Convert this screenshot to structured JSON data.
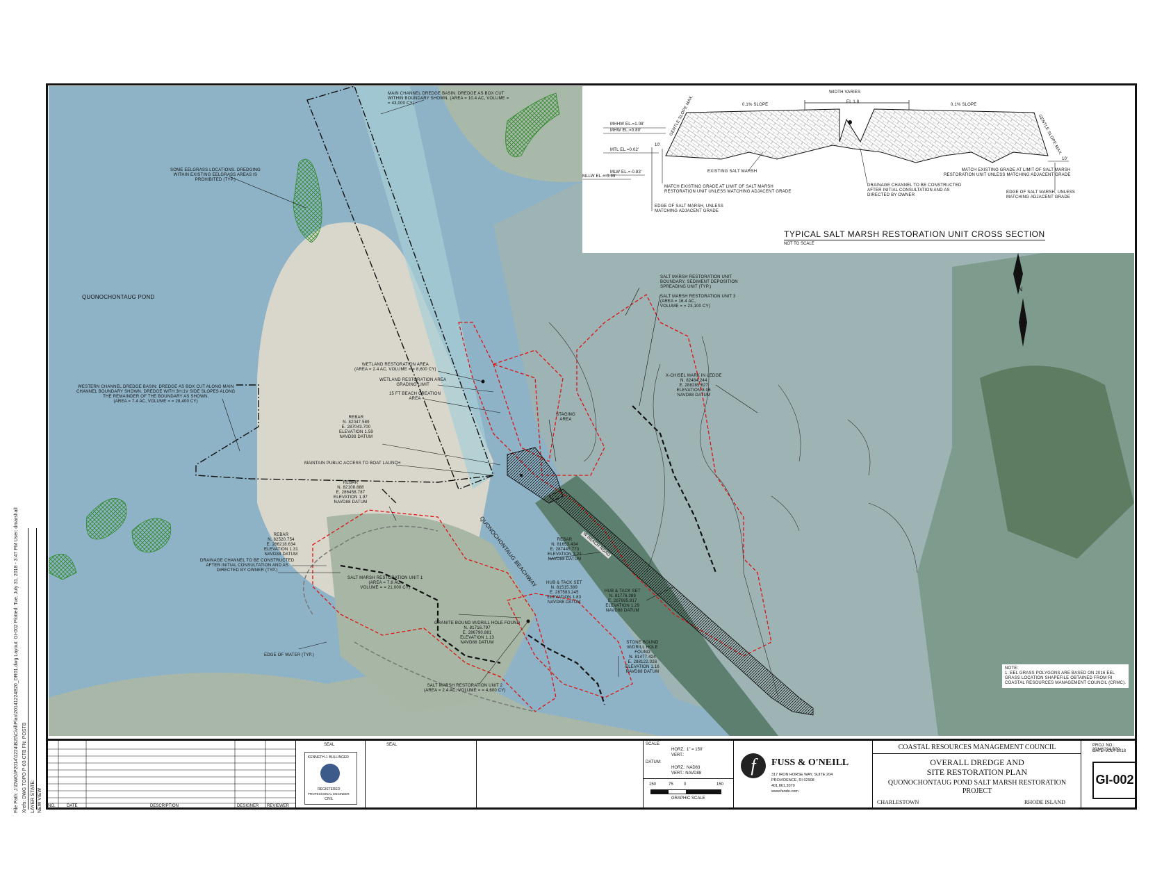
{
  "side_text": {
    "file_path": "File Path: J:\\DWG\\P2014\\1224\\B20\\Civil\\Plan\\20141224B20_DR01.dwg Layout: GI-002 Plotted: Tue, July 31, 2018 - 3:47 PM User: dmarshall",
    "xrefs": "Xrefs: DWG TOPO P-03  CTB FN: POSTB",
    "layer_state": "LAYER STATE:",
    "mxd": "NEW VIEW"
  },
  "map": {
    "pond_label": "QUONOCHONTAUG POND",
    "beachway_label": "QUONOCHONTAUG BEACHWAY",
    "road_label": "W BEACH ROAD",
    "labels": {
      "main_channel": "MAIN CHANNEL DREDGE BASIN: DREDGE AS BOX CUT\nWITHIN BOUNDARY SHOWN. (AREA = 10.4 AC, VOLUME =\n= 43,000 CY)",
      "eelgrass": "SOME EELGRASS LOCATIONS. DREDGING\nWITHIN EXISTING EELGRASS AREAS IS\nPROHIBITED (TYP.)",
      "western_channel": "WESTERN CHANNEL DREDGE BASIN: DREDGE AS BOX CUT ALONG MAIN\nCHANNEL BOUNDARY SHOWN. DREDGE WITH 3H:1V SIDE SLOPES ALONG\nTHE REMAINDER OF THE BOUNDARY AS SHOWN.\n(AREA = 7.4 AC, VOLUME = = 28,400 CY)",
      "wetland_area": "WETLAND RESTORATION AREA\n(AREA = 2.4 AC, VOLUME = = 8,600 CY)",
      "wetland_grading": "WETLAND RESTORATION AREA\nGRADING LIMIT",
      "beach_creation": "15 FT BEACH CREATION\nAREA",
      "rebar1": "REBAR\nN. 82047.589\nE. 287043.700\nELEVATION 1.59\nNAVD88 DATUM",
      "staging": "STAGING\nAREA",
      "public_access": "MAINTAIN PUBLIC ACCESS TO BOAT LAUNCH",
      "rebar2": "REBAR\nN. 82108.888\nE. 286458.787\nELEVATION 1.97\nNAVD88 DATUM",
      "rebar3": "REBAR\nN. 82520.754\nE. 286218.634\nELEVATION 1.31\nNAVD88 DATUM",
      "drainage": "DRAINAGE CHANNEL TO BE CONSTRUCTED\nAFTER INITIAL CONSULTATION AND AS\nDIRECTED BY OWNER (TYP.)",
      "unit1": "SALT MARSH RESTORATION UNIT 1\n(AREA = 7.6 AC,\nVOLUME = = 21,000 CY)",
      "rebar4": "REBAR\nN. 81653.434\nE. 287445.773\nELEVATION 3.21\nNAVD88 DATUM",
      "hub_tack1": "HUB & TACK SET\nN. 81515.389\nE. 287583.245\nELEVATION 1.83\nNAVD88 DATUM",
      "hub_tack2": "HUB & TACK SET\nN. 81776.389\nE. 287695.917\nELEVATION 1.29\nNAVD88 DATUM",
      "granite": "GRANITE BOUND W/DRILL HOLE FOUND\nN. 81716.797\nE. 286790.881\nELEVATION 1.13\nNAVD88 DATUM",
      "stone_bound": "STONE BOUND\nW/DRILL HOLE\nFOUND\nN. 81477.424\nE. 288122.028\nELEVATION 1.16\nNAVD88 DATUM",
      "edge_water": "EDGE OF WATER (TYP.)",
      "unit2": "SALT MARSH RESTORATION UNIT 2\n(AREA = 2.4 AC, VOLUME = = 4,600 CY)",
      "unit_boundary": "SALT MARSH RESTORATION UNIT\nBOUNDARY, SEDIMENT DEPOSITION\nSPREADING UNIT (TYP.)",
      "unit3": "SALT MARSH RESTORATION UNIT 3\n(AREA = 16.4 AC,\nVOLUME = = 23,100 CY)",
      "chisel": "X-CHISEL MARK IN LEDGE\nN. 82484.244\nE. 288285.627\nELEVATION 8.06\nNAVD88 DATUM",
      "note": "NOTE:\n1. EEL GRASS POLYGONS ARE BASED ON 2016 EEL\nGRASS LOCATION SHAPEFILE OBTAINED FROM RI\nCOASTAL RESOURCES MANAGEMENT COUNCIL (CRMC)."
    }
  },
  "inset": {
    "title": "TYPICAL SALT MARSH RESTORATION UNIT CROSS SECTION",
    "subtitle": "NOT TO SCALE",
    "width_varies": "WIDTH VARIES",
    "el_top": "EL 1.8",
    "left_slope": "0.1% SLOPE",
    "right_slope": "0.1% SLOPE",
    "mhhw": "MHHW EL.=1.08'",
    "mhw": "MHW EL.=0.80'",
    "mtl": "MTL EL.=0.02'",
    "mlw": "MLW EL.=-0.83'",
    "mllw": "MLLW EL.=-0.99'",
    "ten_ft_left": "10'",
    "ten_ft_right": "10'",
    "left_slope_edge": "GENTLE SLOPE MAX.",
    "right_slope_edge": "GENTLE SLOPE MAX.",
    "existing_marsh": "EXISTING SALT MARSH",
    "match_left": "MATCH EXISTING GRADE AT LIMIT OF SALT MARSH\nRESTORATION UNIT UNLESS MATCHING ADJACENT GRADE",
    "edge_left": "EDGE OF SALT MARSH, UNLESS\nMATCHING ADJACENT GRADE",
    "drainage": "DRAINAGE CHANNEL TO BE CONSTRUCTED\nAFTER INITIAL CONSULTATION AND AS\nDIRECTED BY OWNER",
    "match_right": "MATCH EXISTING GRADE AT LIMIT OF SALT MARSH\nRESTORATION UNIT UNLESS MATCHING ADJACENT GRADE",
    "edge_right": "EDGE OF SALT MARSH, UNLESS\nMATCHING ADJACENT GRADE"
  },
  "title_block": {
    "rev_headers": [
      "No.",
      "DATE",
      "DESCRIPTION",
      "DESIGNER",
      "REVIEWER"
    ],
    "seal_label_1": "SEAL",
    "seal_label_2": "SEAL",
    "stamp_name": "KENNETH J. BULLINGER",
    "stamp_reg": "REGISTERED",
    "stamp_prof": "PROFESSIONAL ENGINEER",
    "stamp_civil": "CIVIL",
    "scale_label": "SCALE:",
    "scale_horz": "HORZ.: 1\" = 150'",
    "scale_vert": "VERT.:",
    "datum_label": "DATUM:",
    "datum_horz": "HORZ.: NAD83",
    "datum_vert": "VERT.: NAVD88",
    "scale_ticks": [
      "150",
      "75",
      "0",
      "150"
    ],
    "graphic_scale": "GRAPHIC SCALE",
    "company": "FUSS & O'NEILL",
    "address_1": "317 IRON HORSE WAY, SUITE 204",
    "address_2": "PROVIDENCE, RI 02908",
    "phone": "401.861.3070",
    "web": "www.fando.com",
    "client": "COASTAL RESOURCES MANAGEMENT COUNCIL",
    "drawing_title_1": "OVERALL DREDGE AND",
    "drawing_title_2": "SITE RESTORATION PLAN",
    "project_1": "QUONOCHONTAUG POND SALT MARSH RESTORATION",
    "project_2": "PROJECT",
    "town": "CHARLESTOWN",
    "state": "RHODE ISLAND",
    "proj_no": "PROJ. No.: 20141224.B20",
    "date": "DATE: JULY 2018",
    "sheet_no": "GI-002"
  }
}
